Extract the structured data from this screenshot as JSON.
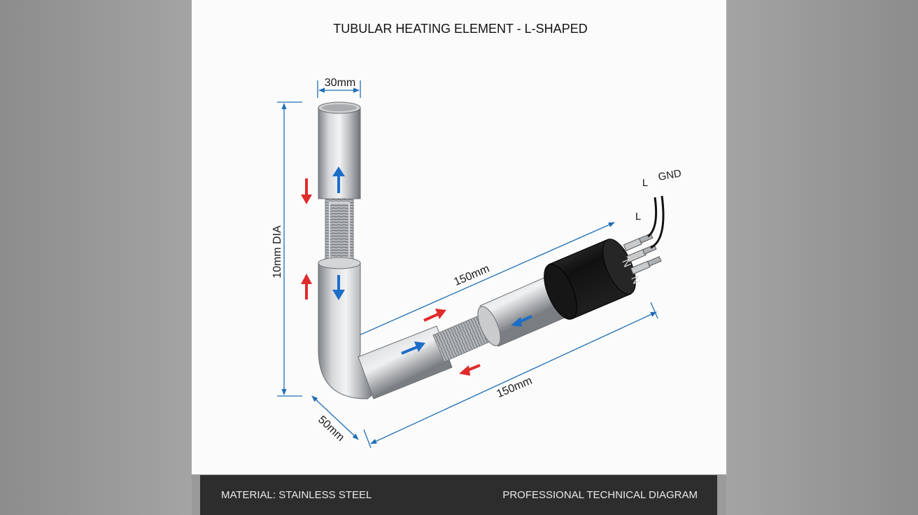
{
  "title": "TUBULAR HEATING ELEMENT - L-SHAPED",
  "dimensions": {
    "top_width": "30mm",
    "vertical_dia": "10mm DIA",
    "upper_length": "150mm",
    "lower_length": "150mm",
    "bend_width": "50mm"
  },
  "terminals": {
    "L_top": "L",
    "GND": "GND",
    "L_side": "L",
    "N1": "N",
    "N2": "N"
  },
  "footer": {
    "material": "MATERIAL: STAINLESS STEEL",
    "caption": "PROFESSIONAL TECHNICAL DIAGRAM"
  },
  "colors": {
    "dimension_blue": "#1f6fb5",
    "flow_blue": "#1e6ec8",
    "flow_red": "#e02b2b",
    "steel": "#b9bcbf",
    "terminal_block": "#1b1b1b",
    "footer_bg": "#2d2d2d"
  }
}
